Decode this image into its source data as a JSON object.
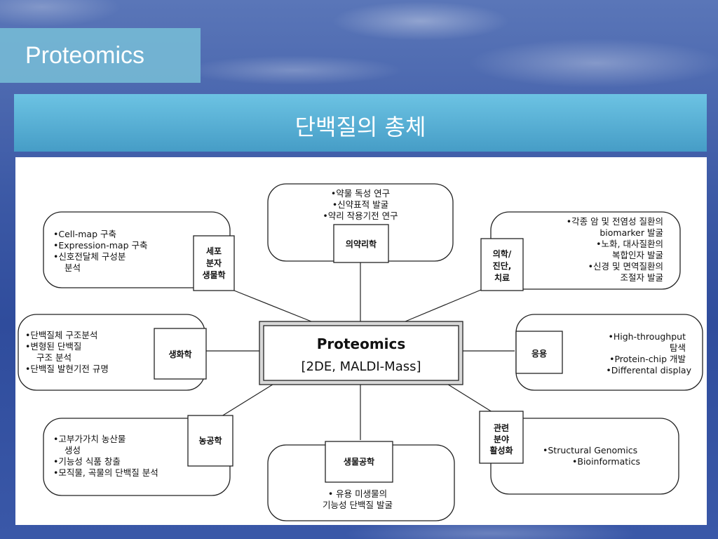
{
  "header": {
    "title": "Proteomics",
    "subtitle": "단백질의 총체"
  },
  "center": {
    "line1": "Proteomics",
    "line2": "[2DE, MALDI-Mass]"
  },
  "nodes": {
    "pharma": {
      "label": "의약리학",
      "items": [
        "•약물 독성 연구",
        "•신약표적 발굴",
        "•약리 작용기전 연구"
      ]
    },
    "cell": {
      "label": [
        "세포",
        "분자",
        "생물학"
      ],
      "items": [
        "•Cell-map 구축",
        "•Expression-map 구축",
        "•신호전달체 구성분",
        "분석"
      ]
    },
    "medical": {
      "label": [
        "의학/",
        "진단,",
        "치료"
      ],
      "items": [
        "•각종 암 및 전염성 질환의",
        "biomarker 발굴",
        "•노화, 대사질환의",
        "복합인자 발굴",
        "•신경 및 면역질환의",
        "조절자 발굴"
      ]
    },
    "biochem": {
      "label": "생화학",
      "items": [
        "•단백질체 구조분석",
        "•변형된 단백질",
        "구조 분석",
        "•단백질 발현기전 규명"
      ]
    },
    "application": {
      "label": "응용",
      "items": [
        "•High-throughput",
        "탐색",
        "•Protein-chip 개발",
        "•Differental display"
      ]
    },
    "agri": {
      "label": "농공학",
      "items": [
        "•고부가가치 농산물",
        "생성",
        "•기능성 식품 창출",
        "•모직물, 곡물의 단백질 분석"
      ]
    },
    "biotech": {
      "label": "생물공학",
      "items": [
        "• 유용 미생물의",
        "기능성 단백질 발굴"
      ]
    },
    "related": {
      "label": [
        "관련",
        "분야",
        "활성화"
      ],
      "items": [
        "•Structural Genomics",
        "•Bioinformatics"
      ]
    }
  }
}
